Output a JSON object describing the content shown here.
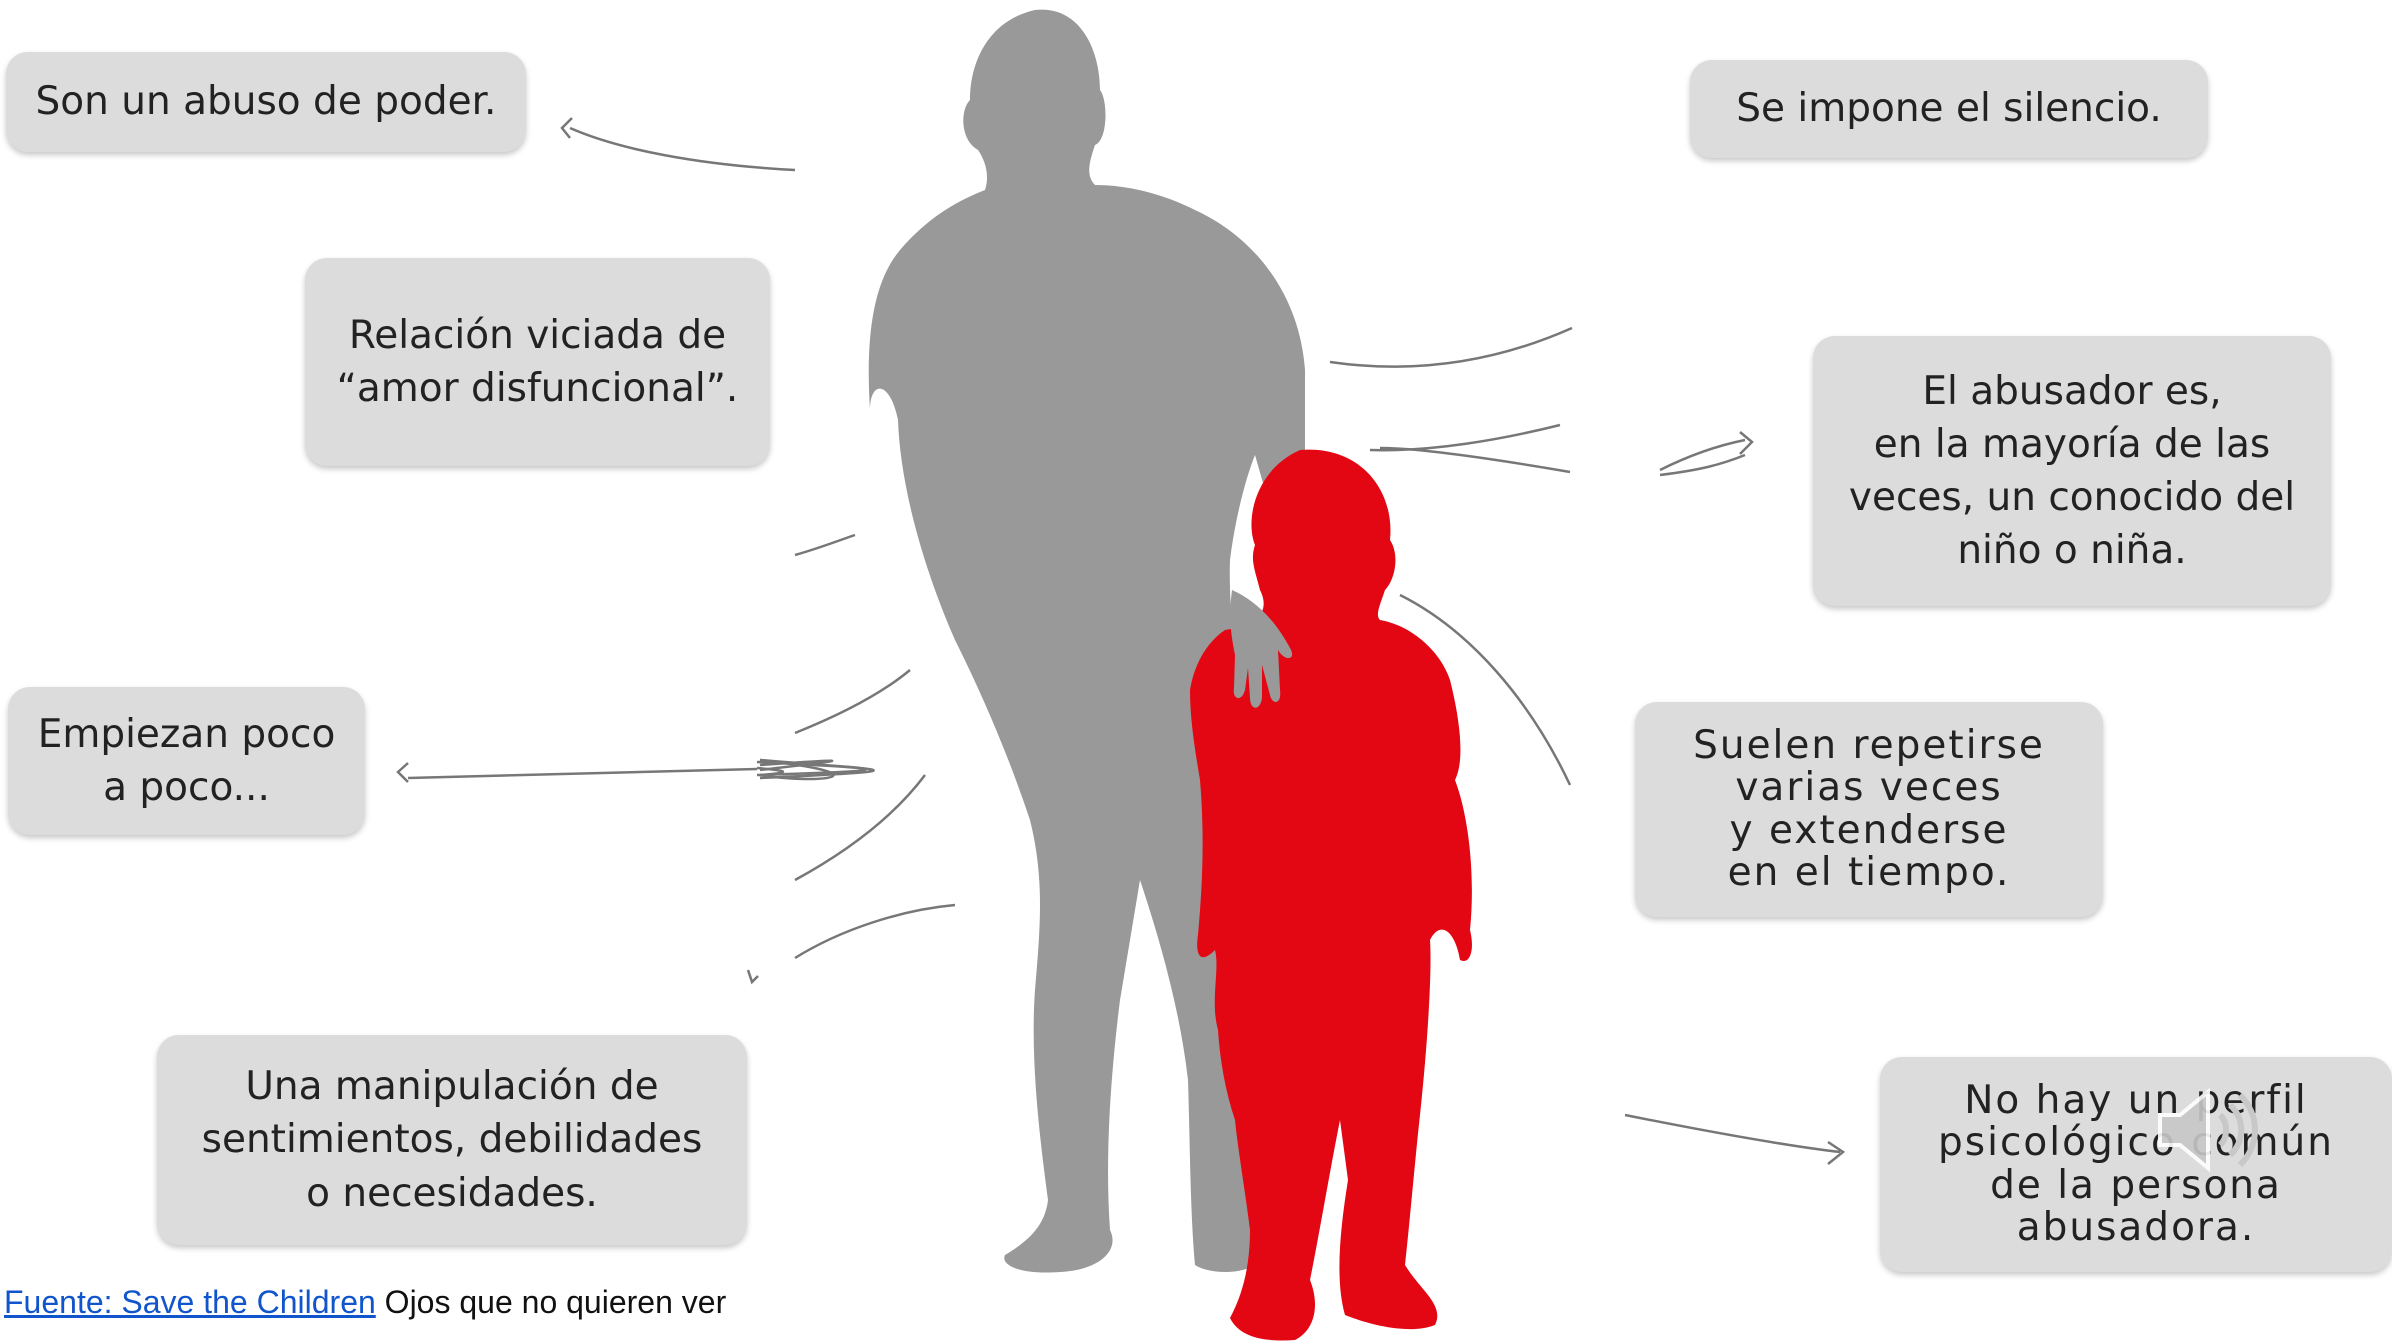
{
  "cards": {
    "poder": "Son un abuso de poder.",
    "relacion": "Relación viciada de\n“amor disfuncional”.",
    "empiezan": "Empiezan poco\na poco...",
    "manipulacion": "Una manipulación de\nsentimientos, debilidades\no necesidades.",
    "silencio": "Se impone el silencio.",
    "abusador": "El abusador es,\nen la mayoría de las\nveces, un conocido del\nniño o niña.",
    "repetirse": "Suelen repetirse\nvarias veces\ny extenderse\nen el tiempo.",
    "perfil": "No hay un perfil\npsicológico común\nde la persona\nabusadora."
  },
  "source": {
    "link": "Fuente: Save the Children",
    "text": " Ojos que no quieren ver"
  },
  "colors": {
    "adult": "#999999",
    "child": "#e30613",
    "card": "#dcdcdc",
    "link": "#1155cc"
  },
  "icons": {
    "speaker": "speaker-icon"
  }
}
